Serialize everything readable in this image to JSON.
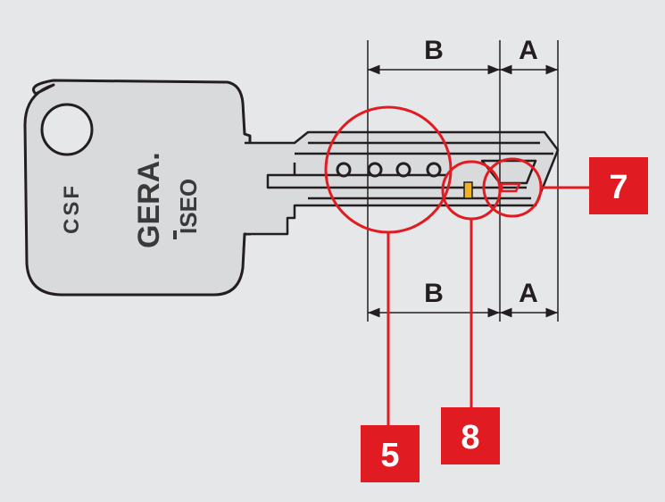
{
  "key": {
    "engraving_left": "CSF",
    "brand_primary": "GERA.",
    "brand_secondary": "ISEO"
  },
  "dimensions": {
    "top_b": "B",
    "top_a": "A",
    "bottom_b": "B",
    "bottom_a": "A"
  },
  "callouts": [
    {
      "label": "7"
    },
    {
      "label": "5"
    },
    {
      "label": "8"
    }
  ],
  "colors": {
    "background": "#e6e7e8",
    "key_fill": "#d9dadb",
    "outline": "#231f20",
    "highlight": "#e11b22",
    "pin_marker": "#f2b21b"
  }
}
